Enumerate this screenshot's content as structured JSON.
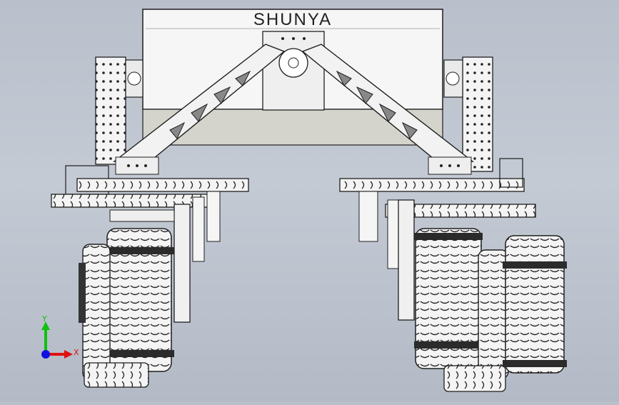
{
  "model": {
    "title": "SHUNYA"
  },
  "triad": {
    "x_label": "X",
    "y_label": "Y",
    "x_color": "#e01010",
    "y_color": "#10c010",
    "z_color": "#1010e0"
  },
  "colors": {
    "background": "#bcc3ce",
    "part_fill": "#f2f2f2",
    "part_edge": "#1e1e1e",
    "panel_shadow": "#d6d6d0"
  }
}
